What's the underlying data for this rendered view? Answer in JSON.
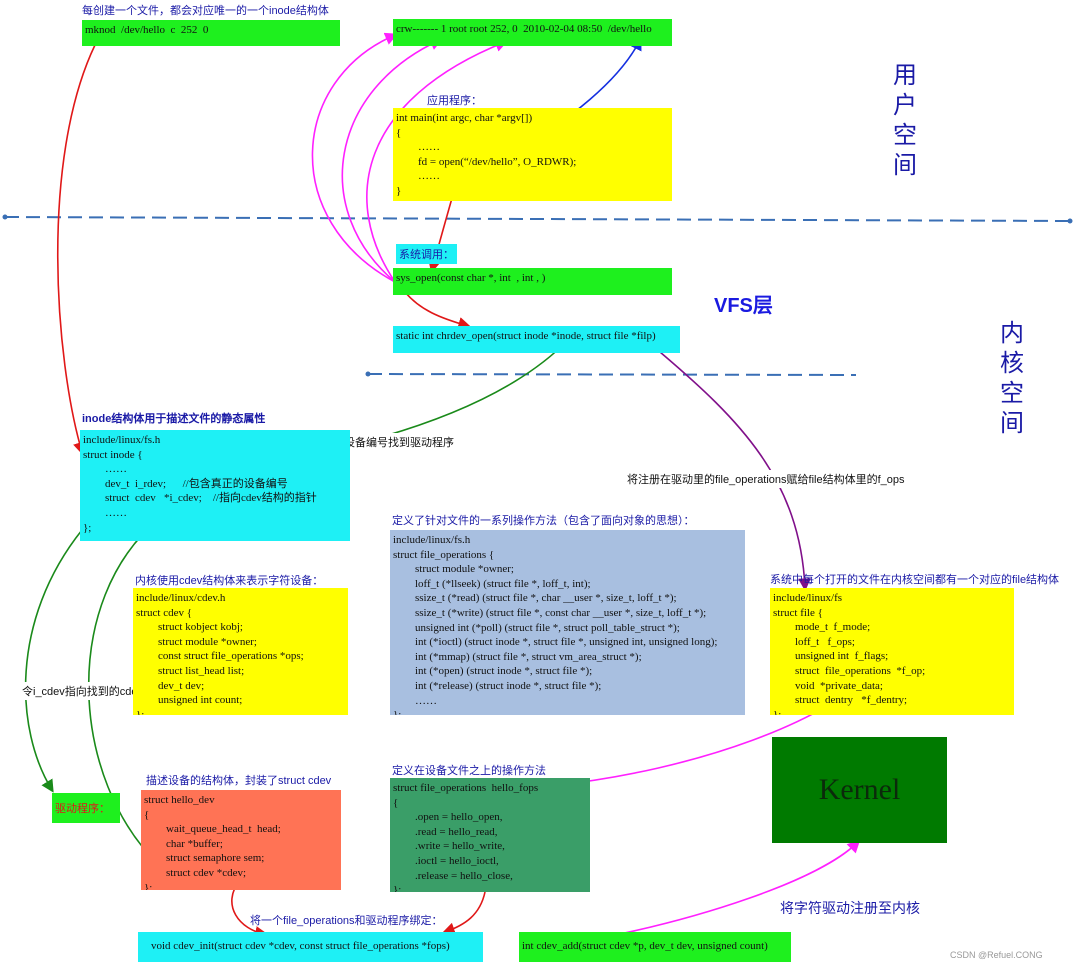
{
  "labels": {
    "mknod_caption": "每创建一个文件，都会对应唯一的一个inode结构体",
    "app_caption": "应用程序：",
    "syscall_caption": "系统调用：",
    "vfs_title": "VFS层",
    "inode_caption": "inode结构体用于描述文件的静态属性",
    "find_driver": "通过设备编号找到驱动程序",
    "assign_fops": "将注册在驱动里的file_operations赋给file结构体里的f_ops",
    "fops_caption": "定义了针对文件的一系列操作方法（包含了面向对象的思想）：",
    "cdev_caption": "内核使用cdev结构体来表示字符设备：",
    "file_caption": "系统中每个打开的文件在内核空间都有一个对应的file结构体",
    "icdev_label": "令i_cdev指向找到的cdev",
    "driver_label": "驱动程序：",
    "hello_dev_caption": "描述设备的结构体，封装了struct cdev",
    "hello_fops_caption": "定义在设备文件之上的操作方法",
    "bind_caption": "将一个file_operations和驱动程序绑定：",
    "register_caption": "将字符驱动注册至内核",
    "user_space": "用户空间",
    "kernel_space": "内核空间",
    "watermark": "CSDN @Refuel.CONG"
  },
  "boxes": {
    "mknod": "mknod  /dev/hello  c  252  0",
    "ls": "crw------- 1 root root 252, 0  2010-02-04 08:50  /dev/hello",
    "app": "int main(int argc, char *argv[])\n{\n        ……\n        fd = open(“/dev/hello”, O_RDWR);\n        ……\n}",
    "sys_open": "sys_open(const char *, int  , int , )",
    "chrdev_open": "static int chrdev_open(struct inode *inode, struct file *filp)",
    "inode": "include/linux/fs.h\nstruct inode {\n        ……\n        dev_t  i_rdev;      //包含真正的设备编号\n        struct  cdev   *i_cdev;    //指向cdev结构的指针\n        ……\n};",
    "fops": "include/linux/fs.h\nstruct file_operations {\n        struct module *owner;\n        loff_t (*llseek) (struct file *, loff_t, int);\n        ssize_t (*read) (struct file *, char __user *, size_t, loff_t *);\n        ssize_t (*write) (struct file *, const char __user *, size_t, loff_t *);\n        unsigned int (*poll) (struct file *, struct poll_table_struct *);\n        int (*ioctl) (struct inode *, struct file *, unsigned int, unsigned long);\n        int (*mmap) (struct file *, struct vm_area_struct *);\n        int (*open) (struct inode *, struct file *);\n        int (*release) (struct inode *, struct file *);\n        ……\n};",
    "cdev": "include/linux/cdev.h\nstruct cdev {\n        struct kobject kobj;\n        struct module *owner;\n        const struct file_operations *ops;\n        struct list_head list;\n        dev_t dev;\n        unsigned int count;\n};",
    "file": "include/linux/fs\nstruct file {\n        mode_t  f_mode;\n        loff_t   f_ops;\n        unsigned int  f_flags;\n        struct  file_operations  *f_op;\n        void  *private_data;\n        struct  dentry   *f_dentry;\n};",
    "hello_dev": "struct hello_dev\n{\n        wait_queue_head_t  head;\n        char *buffer;\n        struct semaphore sem;\n        struct cdev *cdev;\n};",
    "hello_fops": "struct file_operations  hello_fops\n{\n        .open = hello_open,\n        .read = hello_read,\n        .write = hello_write,\n        .ioctl = hello_ioctl,\n        .release = hello_close,\n};",
    "kernel": "Kernel",
    "cdev_init": "void cdev_init(struct cdev *cdev, const struct file_operations *fops)",
    "cdev_add": "int cdev_add(struct cdev *p, dev_t dev, unsigned count)"
  },
  "colors": {
    "green": "#1ef01e",
    "yellow": "#ffff00",
    "cyan": "#1ef0f5",
    "steel": "#a8bfe0",
    "salmon": "#ff7355",
    "seagreen": "#3a9e68",
    "kernel": "#007a00",
    "divider": "#3a6fb5",
    "arrow_red": "#e01818",
    "arrow_magenta": "#ff20ff",
    "arrow_blue": "#1530e0",
    "arrow_green": "#1a8a1a",
    "arrow_purple": "#80108a"
  }
}
